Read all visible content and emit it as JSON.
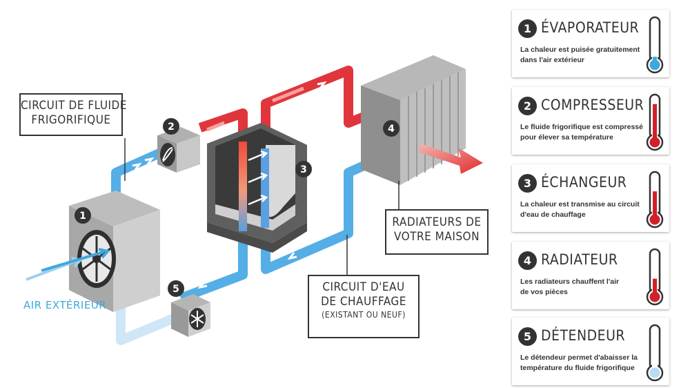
{
  "diagram": {
    "circuit_fluide": [
      "Circuit de fluide",
      "frigorifique"
    ],
    "circuit_eau": [
      "Circuit d'eau",
      "de chauffage"
    ],
    "circuit_eau_note": "(existant ou neuf)",
    "radiateurs_maison": [
      "Radiateurs de",
      "votre maison"
    ],
    "air_exterieur": "Air extérieur",
    "markers": [
      "1",
      "2",
      "3",
      "4",
      "5"
    ]
  },
  "legend": [
    {
      "num": "1",
      "title": "ÉVAPORATEUR",
      "lines": [
        "La chaleur est puisée gratuitement",
        "dans l'air extérieur"
      ],
      "level": 0.1,
      "color": "#3fa7dd"
    },
    {
      "num": "2",
      "title": "COMPRESSEUR",
      "lines": [
        "Le fluide frigorifique est compressé",
        "pour élever sa température"
      ],
      "level": 0.85,
      "color": "#d0202a"
    },
    {
      "num": "3",
      "title": "ÉCHANGEUR",
      "lines": [
        "La chaleur est transmise au circuit",
        "d'eau de chauffage"
      ],
      "level": 0.6,
      "color": "#d0202a"
    },
    {
      "num": "4",
      "title": "RADIATEUR",
      "lines": [
        "Les radiateurs chauffent l'air",
        "de vos pièces"
      ],
      "level": 0.35,
      "color": "#d0202a"
    },
    {
      "num": "5",
      "title": "DÉTENDEUR",
      "lines": [
        "Le détendeur permet d'abaisser la",
        "température du fluide frigorifique"
      ],
      "level": 0.02,
      "color": "#b9dcf2"
    }
  ]
}
